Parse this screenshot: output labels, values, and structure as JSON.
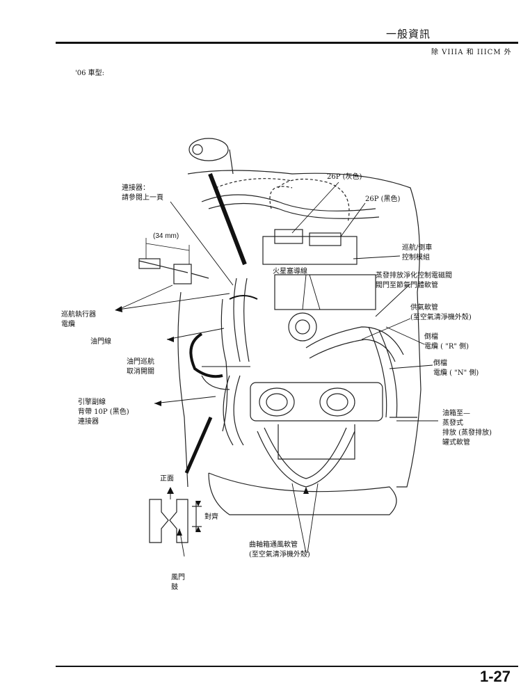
{
  "header": {
    "title": "一般資訊",
    "subtitle": "除 VIIIA 和 IIICM 外"
  },
  "model_label": "'06 車型:",
  "page_number": "1-27",
  "labels": {
    "connector": [
      "連接器：",
      "請參閱上一頁"
    ],
    "dimension": "(34 mm)",
    "cruise_actuator_cable": [
      "巡航執行器",
      "電纜"
    ],
    "throttle_cable": "油門線",
    "throttle_cancel_switch": [
      "油門巡航",
      "取消開關"
    ],
    "engine_sub_harness": [
      "引擎副線",
      "背帶 10P (黑色)",
      "連接器"
    ],
    "front": "正面",
    "align": "對齊",
    "throttle_drum": [
      "風門",
      "鼓"
    ],
    "crankcase_breather": [
      "曲軸箱通風軟管",
      "(至空氣清淨機外殼)"
    ],
    "fuel_tank_evap": [
      "油箱至—",
      "蒸發式",
      "排放 (蒸發排放)",
      "罐式軟管"
    ],
    "reverse_cable_n": [
      "倒檔",
      "電纜 ( \"N\" 側)"
    ],
    "reverse_cable_r": [
      "倒檔",
      "電纜 ( \"R\" 側)"
    ],
    "air_supply_hose": [
      "供氣軟管",
      "(至空氣清淨機外殼)"
    ],
    "evap_solenoid": [
      "蒸發排放淨化控制電磁閥",
      "閥門至節氣門體軟管"
    ],
    "spark_plug_wire": "火星塞導線",
    "cruise_reverse_module": [
      "巡航/倒車",
      "控制模組"
    ],
    "p26_black": "26P (黑色)",
    "p26_gray": "26P (灰色)"
  }
}
